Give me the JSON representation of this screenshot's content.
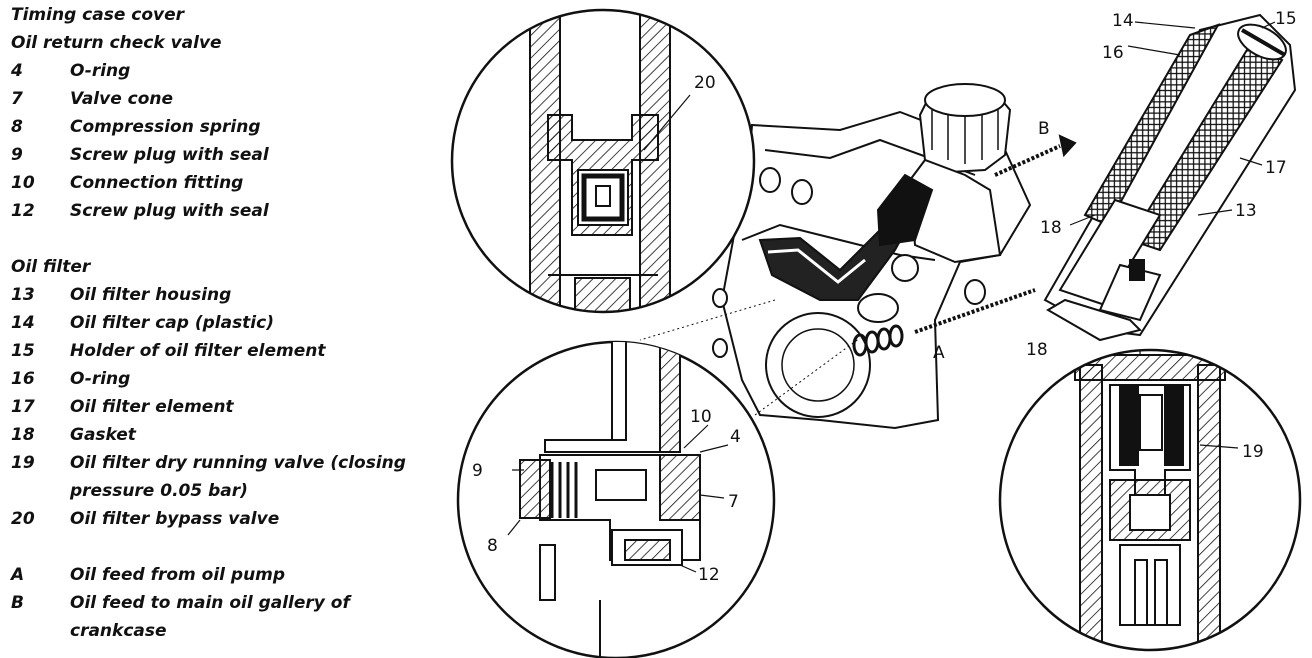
{
  "legend": {
    "timing_case_cover": "Timing case cover",
    "check_valve_heading": "Oil return check valve",
    "check_valve_items": [
      {
        "num": "4",
        "label": "O-ring"
      },
      {
        "num": "7",
        "label": "Valve cone"
      },
      {
        "num": "8",
        "label": "Compression spring"
      },
      {
        "num": "9",
        "label": "Screw plug with seal"
      },
      {
        "num": "10",
        "label": "Connection fitting"
      },
      {
        "num": "12",
        "label": "Screw plug with seal"
      }
    ],
    "oil_filter_heading": "Oil filter",
    "oil_filter_items": [
      {
        "num": "13",
        "label": "Oil filter housing"
      },
      {
        "num": "14",
        "label": "Oil filter cap (plastic)"
      },
      {
        "num": "15",
        "label": "Holder of oil filter element"
      },
      {
        "num": "16",
        "label": "O-ring"
      },
      {
        "num": "17",
        "label": "Oil filter element"
      },
      {
        "num": "18",
        "label": "Gasket"
      },
      {
        "num": "19",
        "label": "Oil filter dry running valve (closing",
        "label2": "pressure 0.05 bar)"
      },
      {
        "num": "20",
        "label": "Oil filter bypass valve"
      }
    ],
    "feed_items": [
      {
        "num": "A",
        "label": "Oil feed from oil pump"
      },
      {
        "num": "B",
        "label": "Oil feed to main oil gallery of",
        "label2": "crankcase"
      }
    ]
  },
  "callouts": {
    "c20": "20",
    "c10": "10",
    "c4": "4",
    "c9": "9",
    "c7": "7",
    "c8": "8",
    "c12": "12",
    "cA": "A",
    "cB": "B",
    "c14": "14",
    "c15": "15",
    "c16": "16",
    "c17": "17",
    "c18a": "18",
    "c13": "13",
    "c18b": "18",
    "c19": "19"
  }
}
